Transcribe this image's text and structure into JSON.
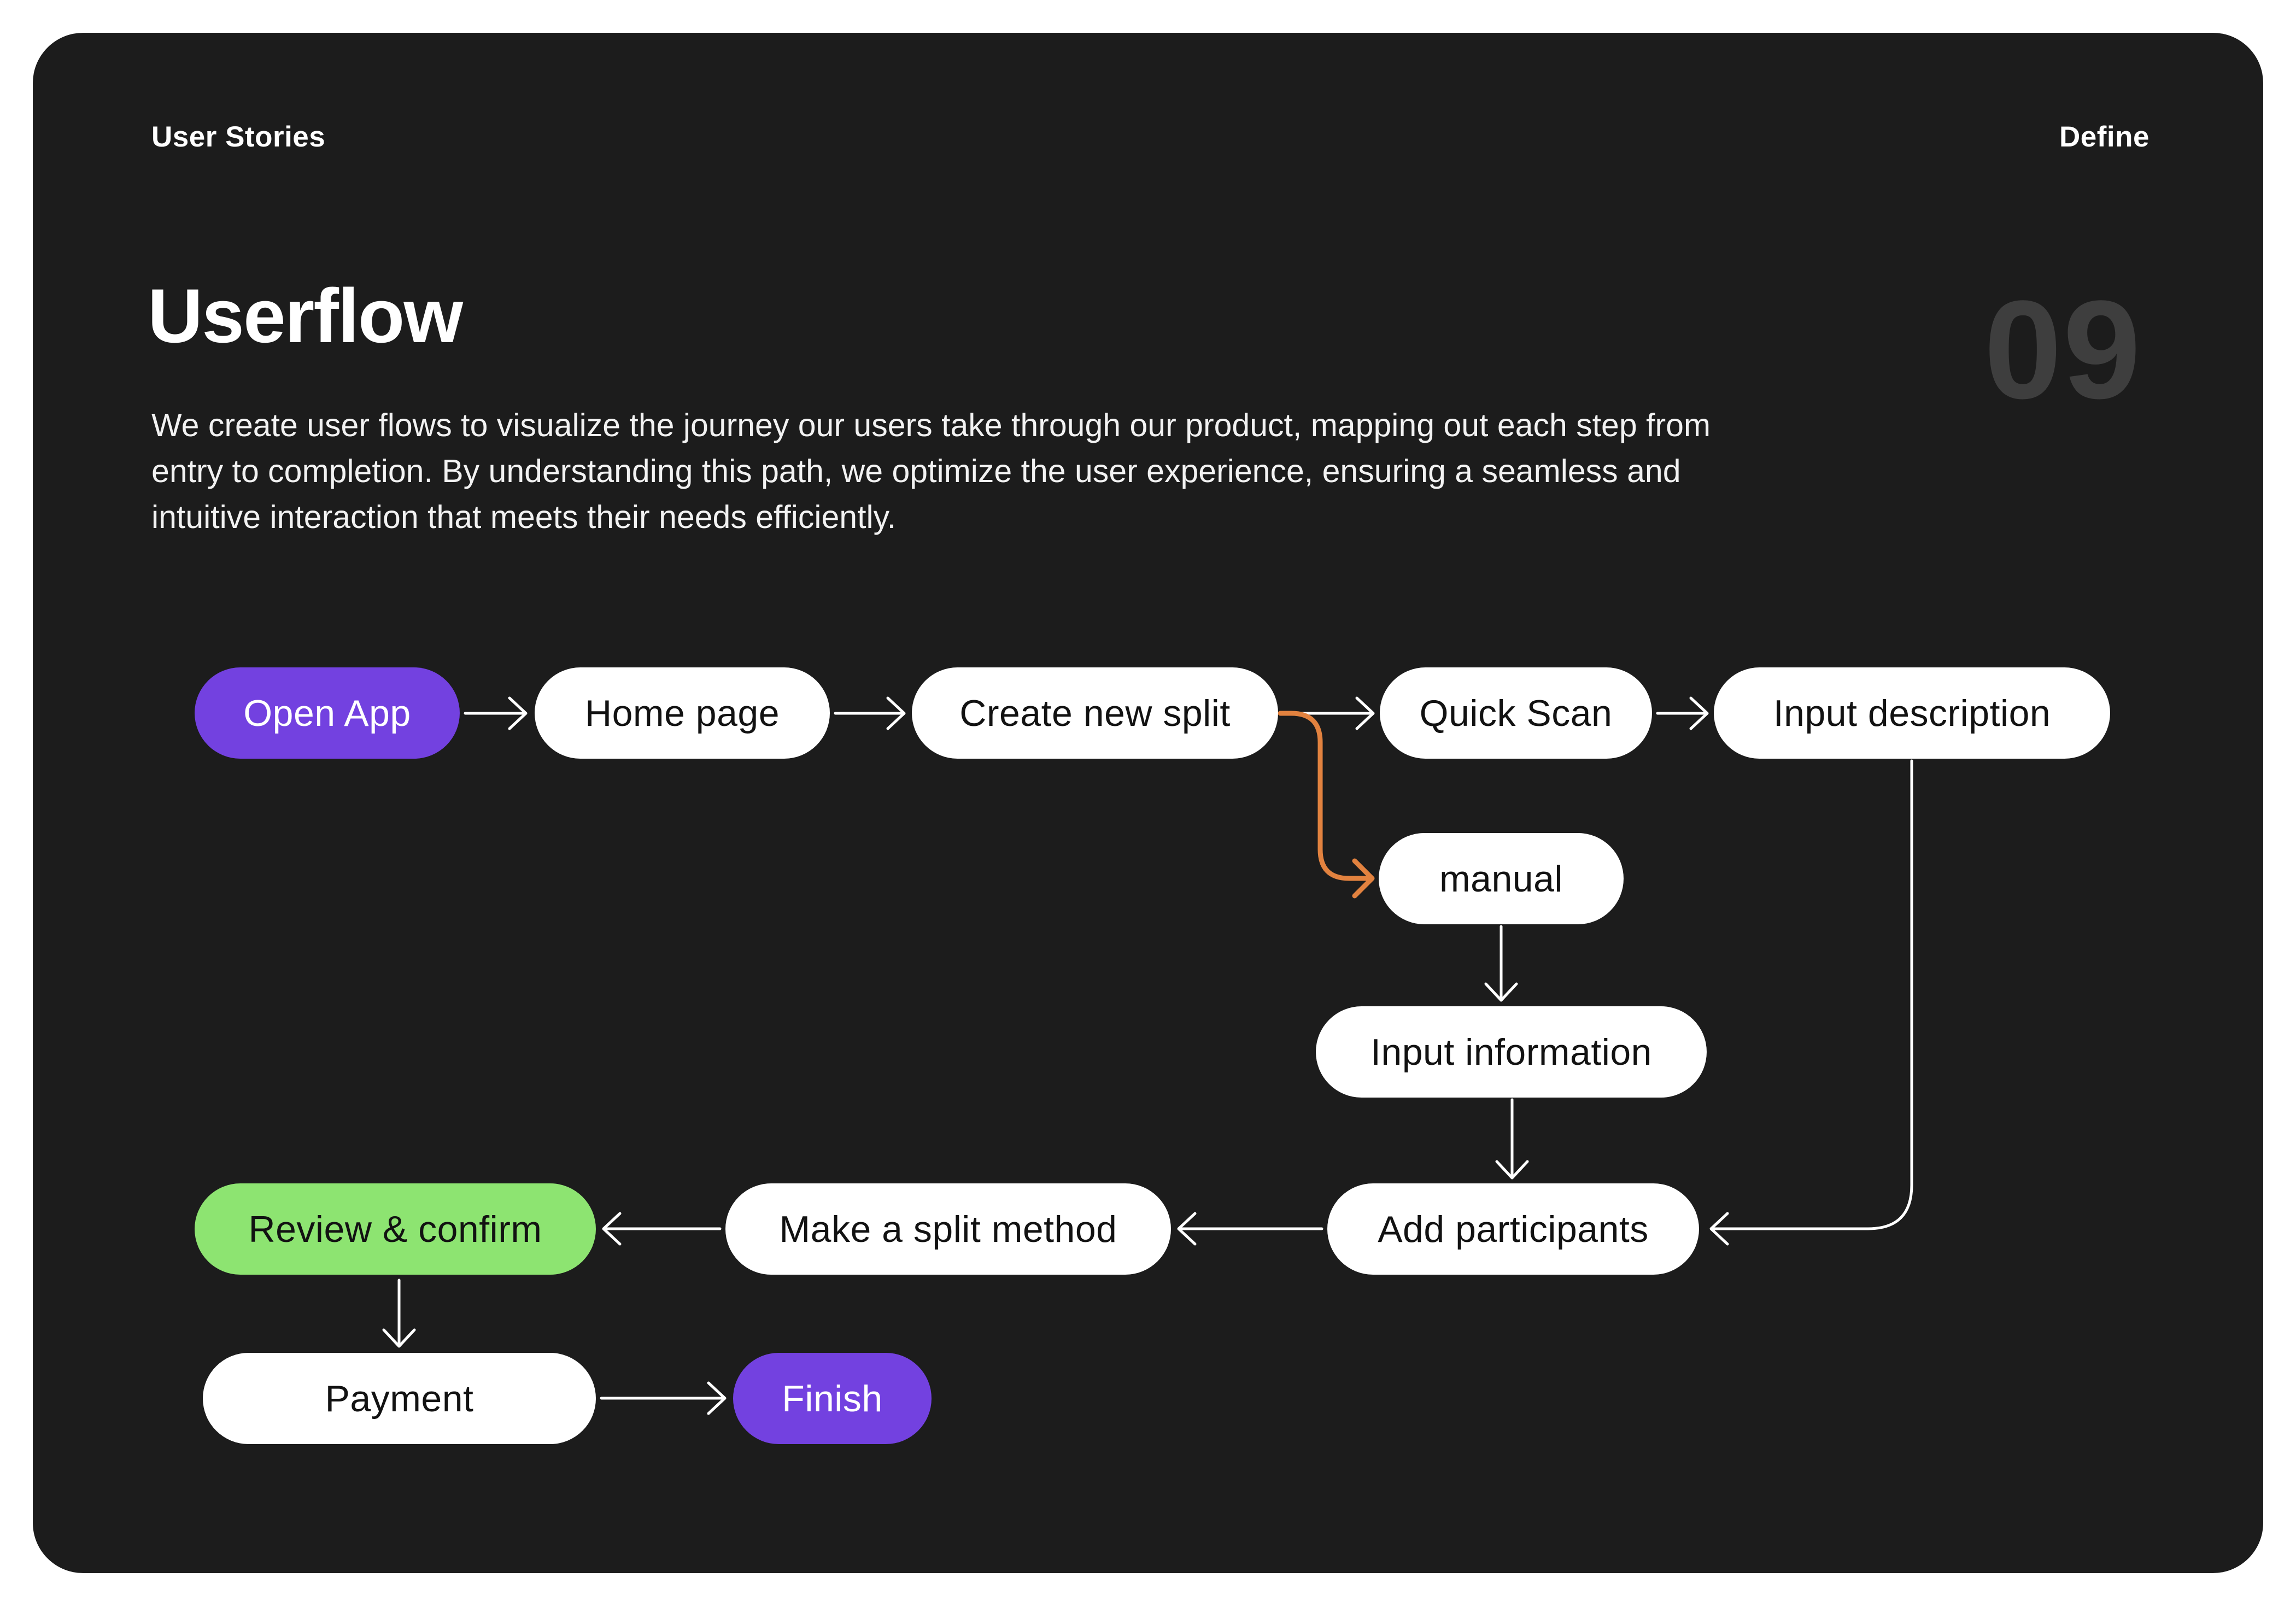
{
  "header": {
    "left": "User Stories",
    "right": "Define"
  },
  "title": "Userflow",
  "page_number": "09",
  "description": "We create user flows to visualize the journey our users take through our product, mapping out each step from entry to completion. By understanding this path, we optimize the user experience, ensuring a seamless and intuitive interaction that meets their needs efficiently.",
  "colors": {
    "page_bg": "#ffffff",
    "panel_bg": "#1c1c1c",
    "accent_purple": "#7341e0",
    "accent_green": "#8de471",
    "edge_white": "#ffffff",
    "edge_orange": "#e2823f",
    "page_number_gray": "#3e3e3e"
  },
  "flow": {
    "nodes": [
      {
        "id": "open-app",
        "label": "Open App",
        "color": "purple"
      },
      {
        "id": "home-page",
        "label": "Home page",
        "color": "white"
      },
      {
        "id": "create-new-split",
        "label": "Create new split",
        "color": "white"
      },
      {
        "id": "quick-scan",
        "label": "Quick Scan",
        "color": "white"
      },
      {
        "id": "input-description",
        "label": "Input description",
        "color": "white"
      },
      {
        "id": "manual",
        "label": "manual",
        "color": "white"
      },
      {
        "id": "input-information",
        "label": "Input information",
        "color": "white"
      },
      {
        "id": "add-participants",
        "label": "Add participants",
        "color": "white"
      },
      {
        "id": "make-a-split-method",
        "label": "Make a split method",
        "color": "white"
      },
      {
        "id": "review-confirm",
        "label": "Review & confirm",
        "color": "green"
      },
      {
        "id": "payment",
        "label": "Payment",
        "color": "white"
      },
      {
        "id": "finish",
        "label": "Finish",
        "color": "purple"
      }
    ],
    "edges": [
      {
        "from": "Open App",
        "to": "Home page",
        "color": "white"
      },
      {
        "from": "Home page",
        "to": "Create new split",
        "color": "white"
      },
      {
        "from": "Create new split",
        "to": "Quick Scan",
        "color": "white"
      },
      {
        "from": "Quick Scan",
        "to": "Input description",
        "color": "white"
      },
      {
        "from": "Create new split",
        "to": "manual",
        "color": "orange"
      },
      {
        "from": "manual",
        "to": "Input information",
        "color": "white"
      },
      {
        "from": "Input information",
        "to": "Add participants",
        "color": "white"
      },
      {
        "from": "Input description",
        "to": "Add participants",
        "color": "white"
      },
      {
        "from": "Add participants",
        "to": "Make a split method",
        "color": "white"
      },
      {
        "from": "Make a split method",
        "to": "Review & confirm",
        "color": "white"
      },
      {
        "from": "Review & confirm",
        "to": "Payment",
        "color": "white"
      },
      {
        "from": "Payment",
        "to": "Finish",
        "color": "white"
      }
    ]
  }
}
